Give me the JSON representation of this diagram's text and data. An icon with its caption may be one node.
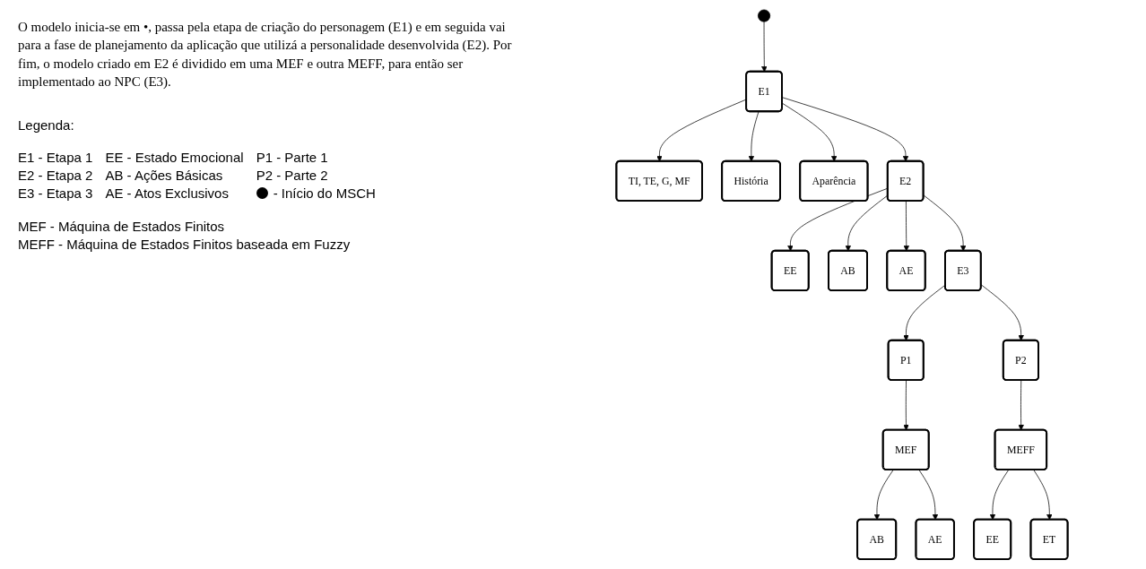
{
  "diagram": {
    "nodes": [
      {
        "text": [],
        "shape": "circle"
      },
      {
        "text": [
          "E1"
        ]
      },
      {
        "text": [
          "E2"
        ]
      },
      {
        "text": [
          "E3"
        ]
      },
      {
        "text": [
          "TI, TE, G, MF"
        ]
      },
      {
        "text": [
          "História"
        ]
      },
      {
        "text": [
          "Aparência"
        ]
      },
      {
        "text": [
          "EE"
        ]
      },
      {
        "text": [
          "AB"
        ]
      },
      {
        "text": [
          "AE"
        ]
      },
      {
        "text": [
          "P1"
        ]
      },
      {
        "text": [
          "P2"
        ]
      },
      {
        "text": [
          "MEF"
        ]
      },
      {
        "text": [
          "MEFF"
        ]
      },
      {
        "text": [
          "AB"
        ]
      },
      {
        "text": [
          "AE"
        ]
      },
      {
        "text": [
          "EE"
        ]
      },
      {
        "text": [
          "ET"
        ]
      }
    ],
    "edges": [
      {
        "from": 0,
        "to": 1,
        "arrow": "to"
      },
      {
        "from": 1,
        "to": 2,
        "arrow": "to"
      },
      {
        "from": 2,
        "to": 3,
        "arrow": "to"
      },
      {
        "from": 1,
        "to": 4,
        "arrow": "to"
      },
      {
        "from": 1,
        "to": 5,
        "arrow": "to"
      },
      {
        "from": 1,
        "to": 6,
        "arrow": "to"
      },
      {
        "from": 2,
        "to": 7,
        "arrow": "to"
      },
      {
        "from": 2,
        "to": 8,
        "arrow": "to"
      },
      {
        "from": 2,
        "to": 9,
        "arrow": "to"
      },
      {
        "from": 3,
        "to": 10,
        "arrow": "to"
      },
      {
        "from": 3,
        "to": 11,
        "arrow": "to"
      },
      {
        "from": 10,
        "to": 12,
        "arrow": "to"
      },
      {
        "from": 11,
        "to": 13,
        "arrow": "to"
      },
      {
        "from": 12,
        "to": 14,
        "arrow": "to"
      },
      {
        "from": 12,
        "to": 15,
        "arrow": "to"
      },
      {
        "from": 13,
        "to": 16,
        "arrow": "to"
      },
      {
        "from": 13,
        "to": 17,
        "arrow": "to"
      }
    ],
    "labels": [
      "O modelo inicia-se em •, passa pela etapa de criação do personagem (E1) e em seguida vai para a fase de planejamento da aplicação que utilizá a personalidade desenvolvida (E2). Por fim, o modelo criado em E2 é dividido em uma MEF e outra MEFF, para então ser implementado ao NPC (E3).",
      "Legenda:",
      "E1 - Etapa 1",
      "EE - Estado Emocional",
      "P1 - Parte 1",
      "E2 - Etapa 2",
      "AB - Ações Básicas",
      "P2 - Parte 2",
      "E3 - Etapa 3",
      "AE - Atos Exclusivos",
      "MEF - Máquina de Estados Finitos",
      "MEFF - Máquina de Estados Finitos baseada em Fuzzy"
    ],
    "legend": [
      {
        "text": "- Início do MSCH"
      }
    ]
  }
}
